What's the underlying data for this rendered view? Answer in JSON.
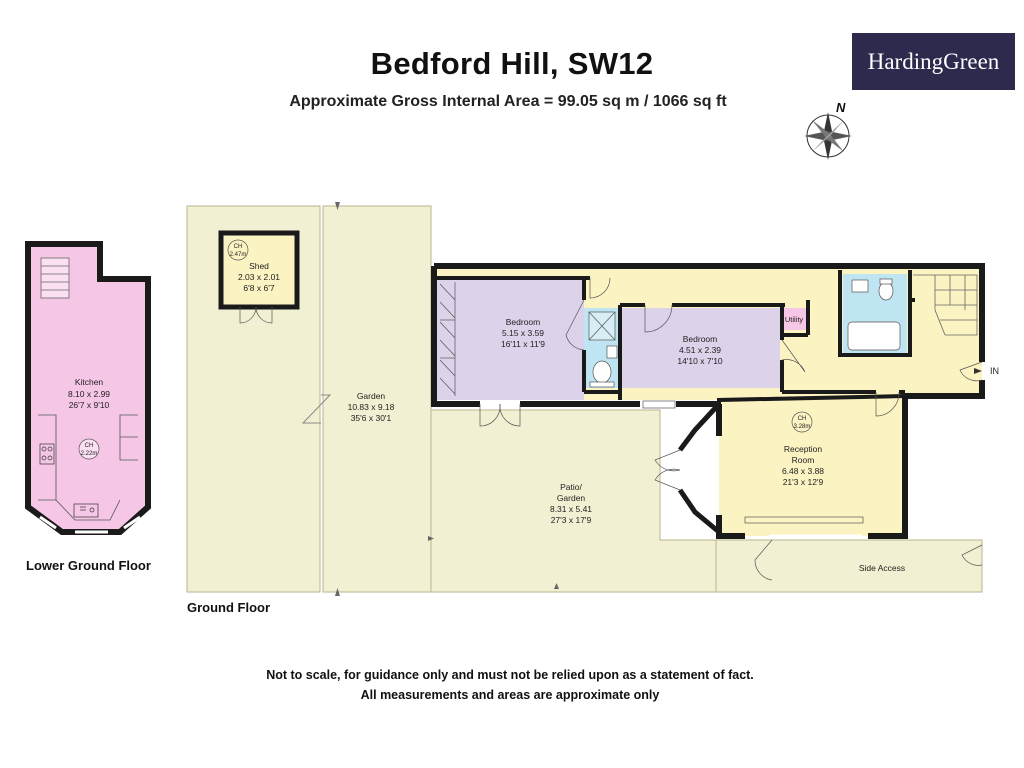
{
  "header": {
    "title": "Bedford Hill, SW12",
    "subtitle": "Approximate Gross Internal Area = 99.05 sq m / 1066 sq ft",
    "logo_text": "HardingGreen",
    "compass_label": "N"
  },
  "floors": {
    "lower_ground": "Lower Ground Floor",
    "ground": "Ground Floor"
  },
  "rooms": {
    "kitchen": {
      "name": "Kitchen",
      "metric": "8.10 x 2.99",
      "imperial": "26'7 x 9'10",
      "ch": "CH",
      "ch_value": "2.22m"
    },
    "shed": {
      "name": "Shed",
      "metric": "2.03 x 2.01",
      "imperial": "6'8 x 6'7",
      "ch": "CH",
      "ch_value": "2.47m"
    },
    "garden": {
      "name": "Garden",
      "metric": "10.83 x 9.18",
      "imperial": "35'6  x 30'1"
    },
    "bedroom1": {
      "name": "Bedroom",
      "metric": "5.15 x 3.59",
      "imperial": "16'11 x 11'9"
    },
    "bedroom2": {
      "name": "Bedroom",
      "metric": "4.51 x 2.39",
      "imperial": "14'10 x 7'10"
    },
    "utility": {
      "name": "Utility"
    },
    "reception": {
      "name_line1": "Reception",
      "name_line2": "Room",
      "metric": "6.48 x 3.88",
      "imperial": "21'3 x 12'9",
      "ch": "CH",
      "ch_value": "3.28m"
    },
    "patio": {
      "name_line1": "Patio/",
      "name_line2": "Garden",
      "metric": "8.31 x 5.41",
      "imperial": "27'3 x 17'9"
    },
    "side_access": {
      "name": "Side Access"
    },
    "entrance": {
      "name": "IN"
    }
  },
  "colors": {
    "wall": "#1a1a1a",
    "kitchen": "#f6c6e6",
    "garden": "#f2f0d2",
    "bedroom": "#dcd3ea",
    "hallway": "#fcf3c3",
    "bathroom": "#bfe4f2",
    "logo_bg": "#2d2a4e"
  },
  "disclaimer": {
    "line1": "Not to scale, for guidance only and must not be relied upon as a statement of fact.",
    "line2": "All measurements and areas are approximate only"
  }
}
